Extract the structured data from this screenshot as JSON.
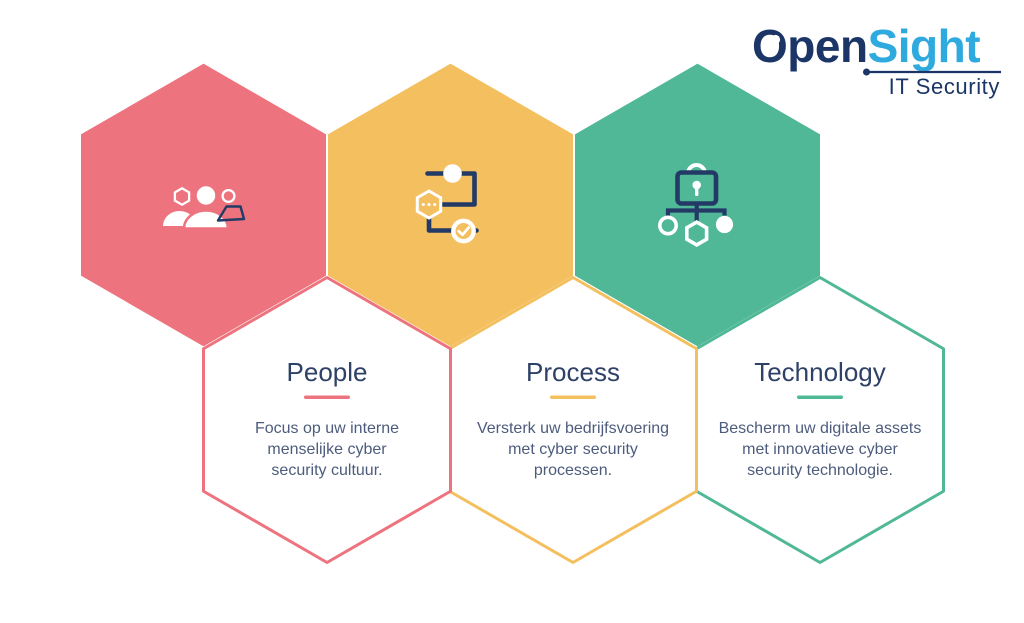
{
  "colors": {
    "pink": "#ed747e",
    "yellow": "#f4bf5e",
    "green": "#50b897",
    "navy": "#223a65",
    "logo_navy": "#1b3666",
    "logo_blue": "#2faade",
    "title_text": "#2e4166",
    "body_text": "#4d5c7d",
    "background": "#ffffff"
  },
  "logo": {
    "name_part1": "Open",
    "name_part2": "Sight",
    "tagline": "IT Security"
  },
  "sections": [
    {
      "id": "people",
      "title": "People",
      "icon": "people-icon",
      "description_lines": [
        "Focus op uw interne",
        "menselijke cyber",
        "security cultuur."
      ]
    },
    {
      "id": "process",
      "title": "Process",
      "icon": "process-flow-icon",
      "description_lines": [
        "Versterk uw bedrijfsvoering",
        "met cyber security",
        "processen."
      ]
    },
    {
      "id": "technology",
      "title": "Technology",
      "icon": "technology-lock-icon",
      "description_lines": [
        "Bescherm uw digitale assets",
        "met innovatieve cyber",
        "security technologie."
      ]
    }
  ]
}
